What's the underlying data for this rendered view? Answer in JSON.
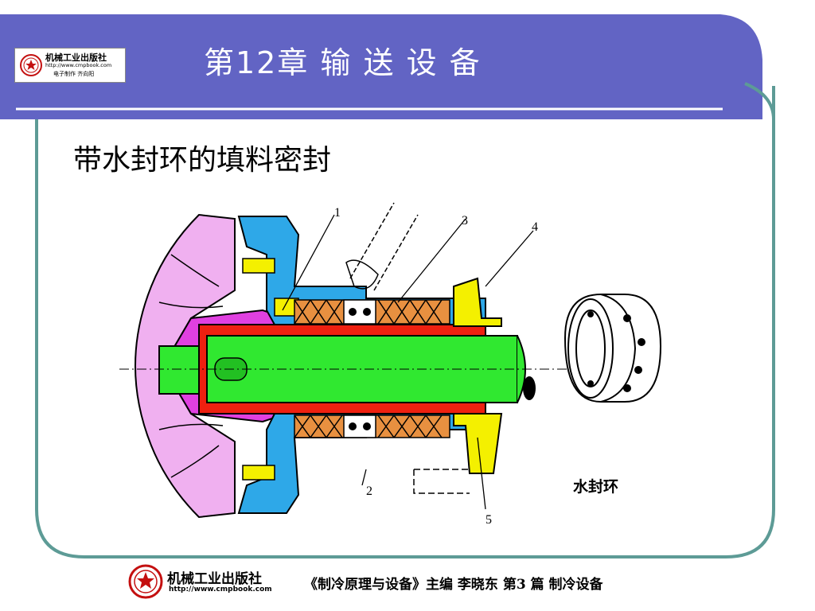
{
  "header": {
    "title": "第12章  输 送 设 备",
    "band_color": "#6264c4",
    "frame_color": "#5d9b96"
  },
  "logo_top": {
    "name": "机械工业出版社",
    "url": "http://www.cmpbook.com",
    "sub": "电子制作  齐向阳"
  },
  "slide": {
    "heading": "带水封环的填料密封"
  },
  "diagram": {
    "callouts": [
      "1",
      "2",
      "3",
      "4",
      "5"
    ],
    "ring_label": "水封环"
  },
  "footer": {
    "publisher": "机械工业出版社",
    "url": "http://www.cmpbook.com",
    "book_info": "《制冷原理与设备》主编  李晓东    第3 篇   制冷设备"
  }
}
